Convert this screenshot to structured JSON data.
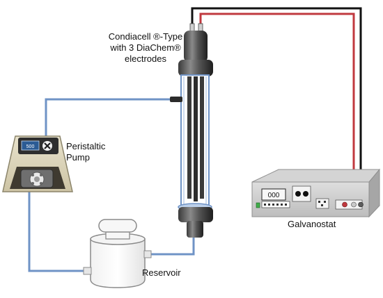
{
  "labels": {
    "cell_line1": "Condiacell ®-Type",
    "cell_line2": "with 3 DiaChem®",
    "cell_line3": "electrodes",
    "pump_line1": "Peristaltic",
    "pump_line2": "Pump",
    "galvanostat": "Galvanostat",
    "reservoir": "Reservoir"
  },
  "displays": {
    "pump_display": "500",
    "galvanostat_display": "000"
  },
  "colors": {
    "tubing": "#6f93c6",
    "wire_positive": "#c0393f",
    "wire_negative": "#111111",
    "housing": "#d9d3bd",
    "electrode": "#3a3a3a"
  },
  "icons": {
    "pump_stop": "x-circle-icon",
    "galvanostat_power": "power-led-icon"
  }
}
